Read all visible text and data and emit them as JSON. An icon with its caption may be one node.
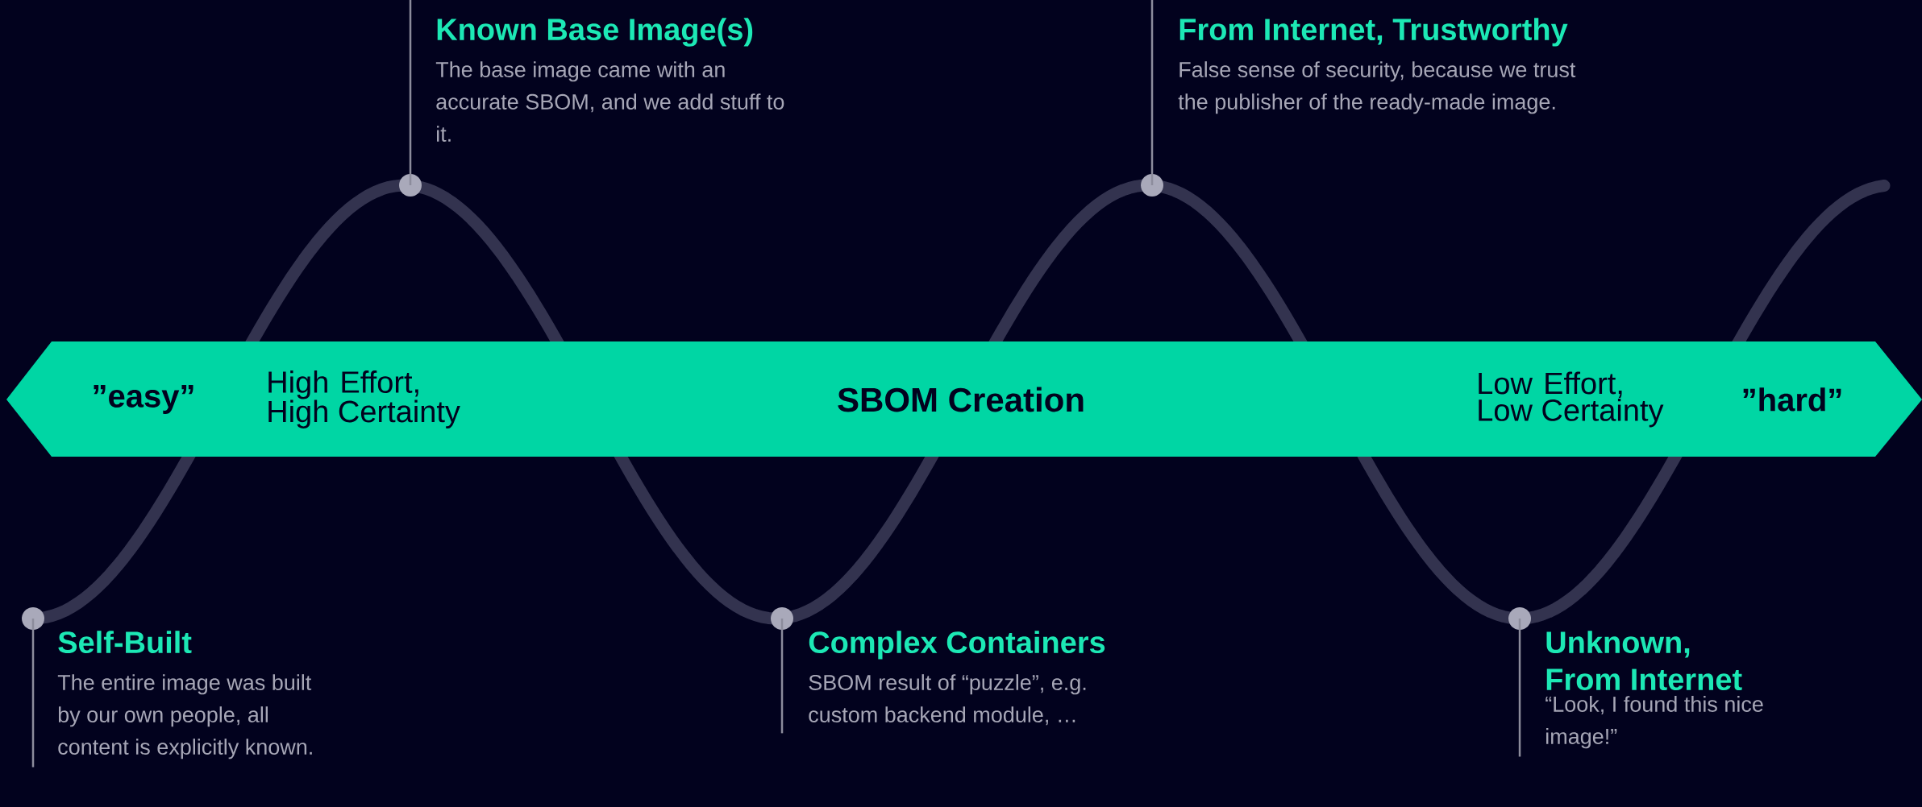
{
  "diagram": {
    "nodes": [
      {
        "text": [
          "”easy”",
          "High Effort, High Certainty",
          "SBOM Creation",
          "Low Effort, Low Certainty",
          "”hard”"
        ]
      },
      {
        "text": [
          "Self-Built",
          "The entire image was built by our own people, all content is explicitly known."
        ]
      },
      {
        "text": [
          "Known Base Image(s)",
          "The base image came with an accurate SBOM, and we add stuff to it."
        ]
      },
      {
        "text": [
          "Complex Containers",
          "SBOM result of “puzzle”, e.g. custom backend module, …"
        ]
      },
      {
        "text": [
          "From Internet, Trustworthy",
          "False sense of security, because we trust the publisher of the ready-made image."
        ]
      },
      {
        "text": [
          "Unknown, From Internet",
          "“Look, I found this nice image!”"
        ]
      },
      {
        "text": [],
        "shape": "circle"
      },
      {
        "text": [],
        "shape": "circle"
      },
      {
        "text": [],
        "shape": "circle"
      },
      {
        "text": [],
        "shape": "circle"
      },
      {
        "text": [],
        "shape": "circle"
      }
    ],
    "edges": [
      {
        "from": 1,
        "to": 6,
        "arrow": "none"
      },
      {
        "from": 2,
        "to": 7,
        "arrow": "none"
      },
      {
        "from": 3,
        "to": 8,
        "arrow": "none"
      },
      {
        "from": 4,
        "to": 9,
        "arrow": "none"
      },
      {
        "from": 5,
        "to": 10,
        "arrow": "none"
      }
    ]
  }
}
